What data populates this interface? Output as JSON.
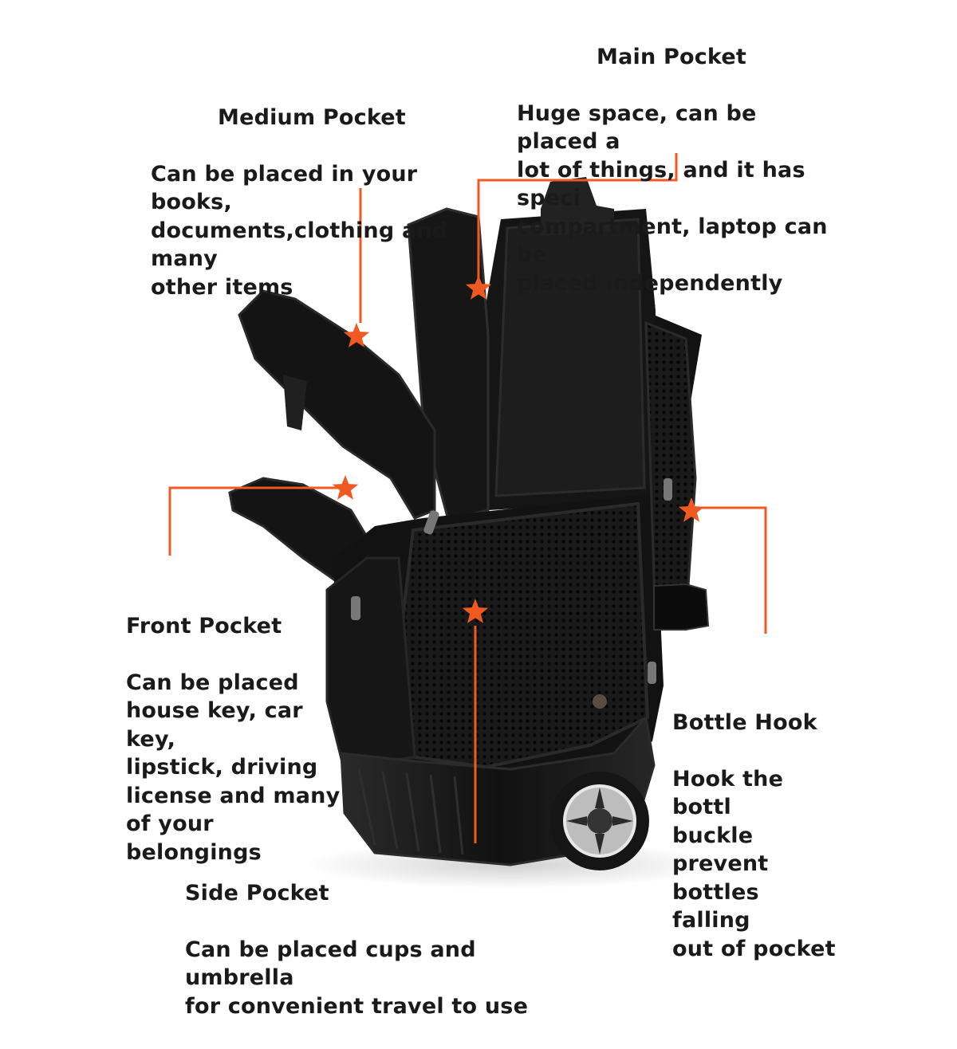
{
  "annotations": {
    "main_pocket": {
      "title": "Main Pocket",
      "body": "Huge space, can be placed a\nlot of things, and it has speci\ncompartment, laptop can be\nplaced independently"
    },
    "medium_pocket": {
      "title": "Medium Pocket",
      "body": "Can be placed in your books,\ndocuments,clothing and many\nother items"
    },
    "front_pocket": {
      "title": "Front Pocket",
      "body": "Can be placed\nhouse key, car key,\nlipstick, driving\nlicense and many\nof your belongings"
    },
    "bottle_hook": {
      "title": "Bottle Hook",
      "body": "Hook the bottl\nbuckle prevent\nbottles falling\nout of pocket"
    },
    "side_pocket": {
      "title": "Side Pocket",
      "body": "Can be placed cups and umbrella\nfor convenient travel to use"
    }
  },
  "colors": {
    "accent": "#f05a22",
    "bag": "#141414",
    "text": "#1a1a1a"
  },
  "icons": {
    "marker": "star-icon"
  }
}
